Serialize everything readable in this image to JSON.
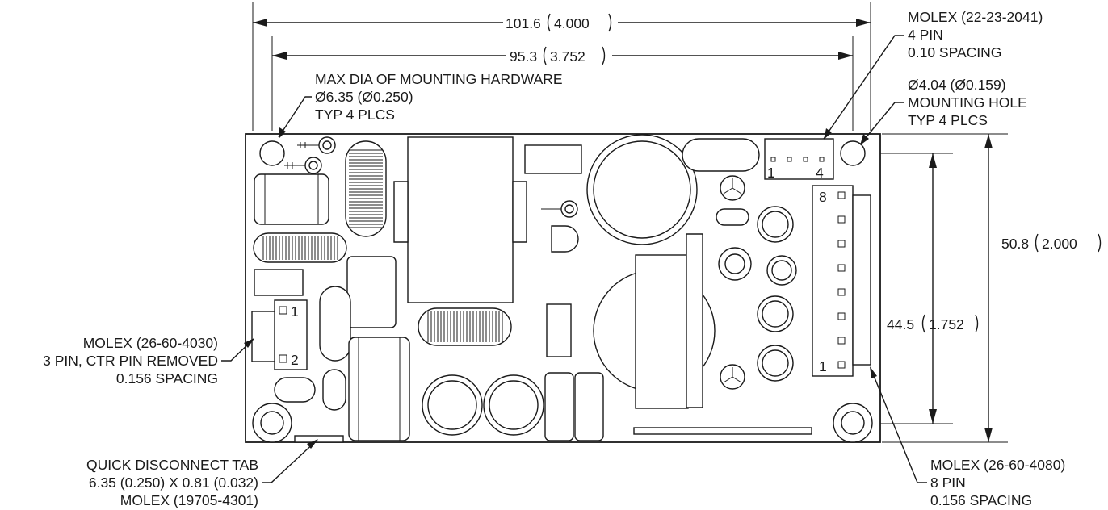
{
  "dimensions": {
    "overall_width": {
      "mm": "101.6",
      "in": "4.000"
    },
    "hole_spacing_width": {
      "mm": "95.3",
      "in": "3.752"
    },
    "overall_height": {
      "mm": "50.8",
      "in": "2.000"
    },
    "hole_spacing_height": {
      "mm": "44.5",
      "in": "1.752"
    }
  },
  "callouts": {
    "mounting_hardware": [
      "MAX DIA OF MOUNTING HARDWARE",
      "Ø6.35 (Ø0.250)",
      "TYP 4 PLCS"
    ],
    "molex_4pin": [
      "MOLEX (22-23-2041)",
      "4 PIN",
      "0.10 SPACING"
    ],
    "mounting_hole": [
      "Ø4.04 (Ø0.159)",
      "MOUNTING HOLE",
      "TYP 4 PLCS"
    ],
    "molex_3pin": [
      "MOLEX (26-60-4030)",
      "3 PIN, CTR PIN REMOVED",
      "0.156 SPACING"
    ],
    "quick_disconnect": [
      "QUICK DISCONNECT TAB",
      "6.35 (0.250) X 0.81 (0.032)",
      "MOLEX (19705-4301)"
    ],
    "molex_8pin": [
      "MOLEX (26-60-4080)",
      "8 PIN",
      "0.156 SPACING"
    ]
  },
  "pin_labels": {
    "j4_first": "1",
    "j4_last": "4",
    "j3_first": "1",
    "j3_last": "2",
    "j8_first": "8",
    "j8_last": "1"
  }
}
